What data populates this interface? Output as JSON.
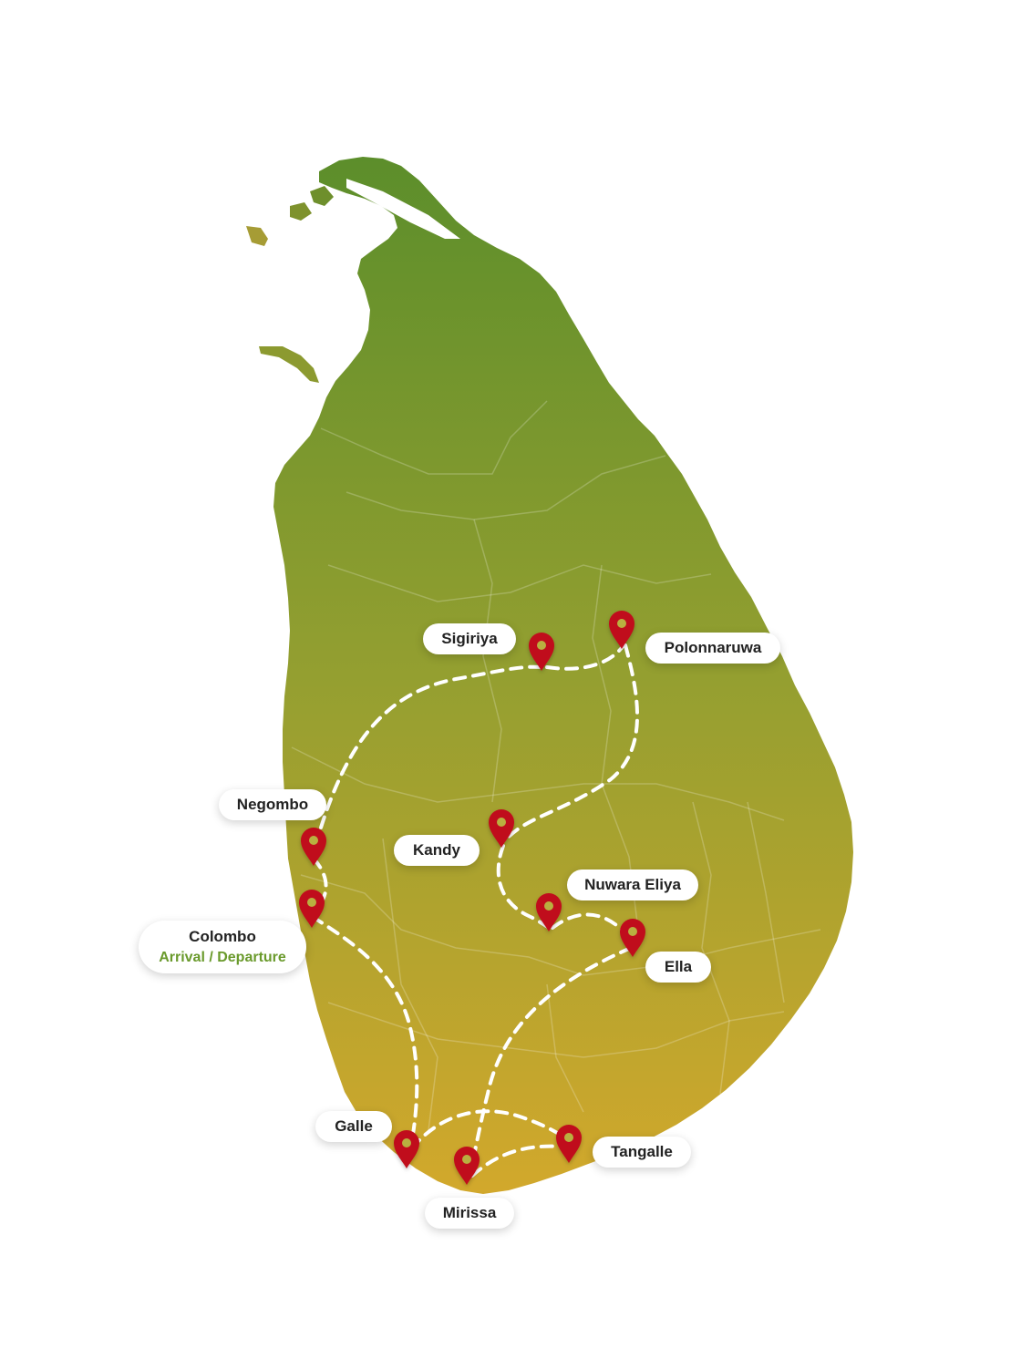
{
  "map": {
    "region": "Sri Lanka",
    "colors": {
      "land_top": "#5f8f2a",
      "land_mid": "#97a030",
      "land_bottom": "#cda72c",
      "route": "#ffffff",
      "pin": "#c0101a",
      "pin_dot": "#b9b040",
      "subtitle": "#6a9a2c"
    },
    "locations": [
      {
        "id": "sigiriya",
        "name": "Sigiriya",
        "icon": "map-pin-icon"
      },
      {
        "id": "polonnaruwa",
        "name": "Polonnaruwa",
        "icon": "map-pin-icon"
      },
      {
        "id": "negombo",
        "name": "Negombo",
        "icon": "map-pin-icon"
      },
      {
        "id": "kandy",
        "name": "Kandy",
        "icon": "map-pin-icon"
      },
      {
        "id": "nuwara-eliya",
        "name": "Nuwara Eliya",
        "icon": "map-pin-icon"
      },
      {
        "id": "colombo",
        "name": "Colombo",
        "subtitle": "Arrival / Departure",
        "icon": "map-pin-icon"
      },
      {
        "id": "ella",
        "name": "Ella",
        "icon": "map-pin-icon"
      },
      {
        "id": "galle",
        "name": "Galle",
        "icon": "map-pin-icon"
      },
      {
        "id": "tangalle",
        "name": "Tangalle",
        "icon": "map-pin-icon"
      },
      {
        "id": "mirissa",
        "name": "Mirissa",
        "icon": "map-pin-icon"
      }
    ],
    "route_segments": [
      [
        "negombo",
        "sigiriya"
      ],
      [
        "sigiriya",
        "polonnaruwa"
      ],
      [
        "polonnaruwa",
        "kandy"
      ],
      [
        "kandy",
        "nuwara-eliya"
      ],
      [
        "nuwara-eliya",
        "ella"
      ],
      [
        "ella",
        "mirissa"
      ],
      [
        "galle",
        "tangalle"
      ],
      [
        "mirissa",
        "tangalle"
      ],
      [
        "colombo",
        "galle"
      ],
      [
        "negombo",
        "colombo"
      ]
    ]
  }
}
